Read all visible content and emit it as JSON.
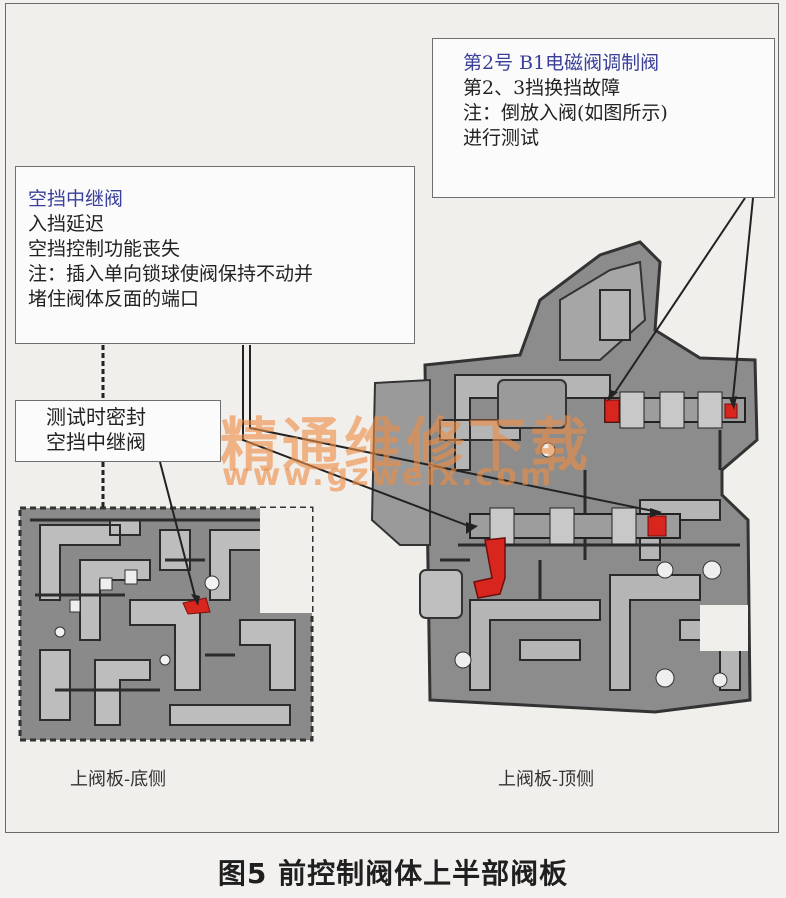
{
  "callouts": {
    "b1_solenoid": {
      "title": "第2号 B1电磁阀调制阀",
      "line1": "第2、3挡换挡故障",
      "line2": "注：倒放入阀(如图所示)",
      "line3": "进行测试"
    },
    "neutral_relay": {
      "title": "空挡中继阀",
      "line1": "入挡延迟",
      "line2": "空挡控制功能丧失",
      "line3": "注：插入单向锁球使阀保持不动并",
      "line4": "堵住阀体反面的端口"
    },
    "seal_test": {
      "line1": "测试时密封",
      "line2": "空挡中继阀"
    }
  },
  "plate_labels": {
    "bottom_side": "上阀板-底侧",
    "top_side": "上阀板-顶侧"
  },
  "caption": "图5 前控制阀体上半部阀板",
  "watermark": {
    "text": "精通维修下载",
    "url": "www.gzweix.com"
  },
  "colors": {
    "highlight_red": "#d8261e",
    "plate_gray": "#8c8c8c",
    "title_blue": "#3a3f9a",
    "watermark_orange": "#eb8c46"
  }
}
